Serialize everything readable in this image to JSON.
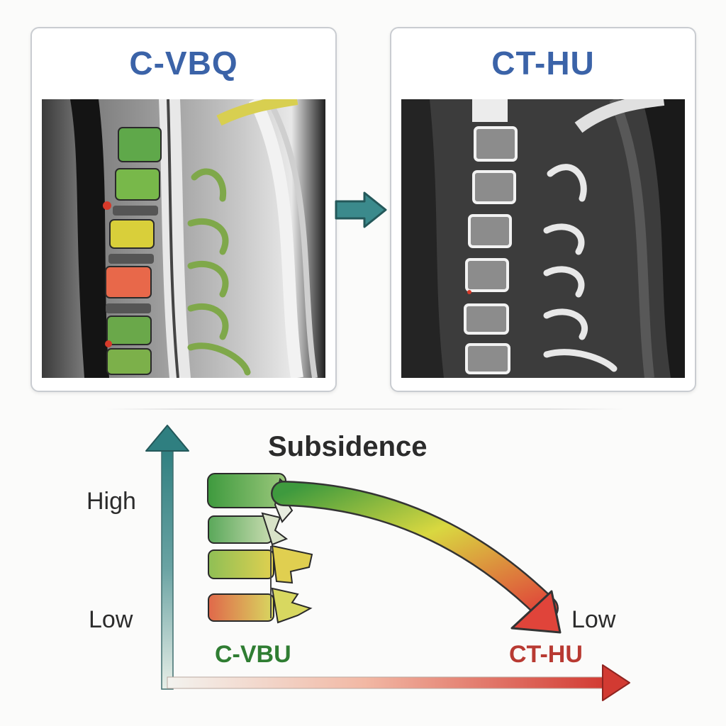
{
  "panels": {
    "left": {
      "title": "C-VBQ"
    },
    "right": {
      "title": "CT-HU"
    }
  },
  "chart": {
    "title": "Subsidence",
    "y_high_label": "High",
    "y_low_label": "Low",
    "curve_end_label": "Low",
    "x_start_label": "C-VBU",
    "x_end_label": "CT-HU"
  },
  "colors": {
    "title_blue": "#3b63a8",
    "teal": "#2e7d7d",
    "green": "#2f7d32",
    "red": "#b83a32",
    "yellow": "#e0d040"
  }
}
